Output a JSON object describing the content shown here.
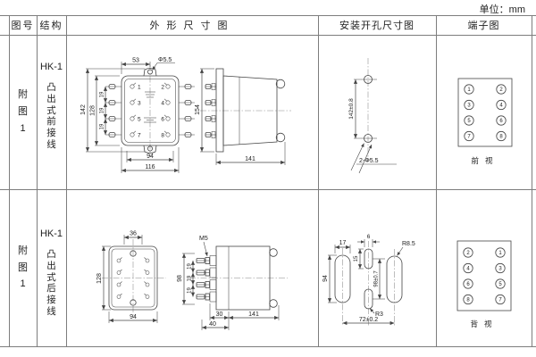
{
  "unit_label": "单位：mm",
  "table": {
    "headers": {
      "figure": "图号",
      "structure": "结构",
      "outline": "外形尺寸图",
      "mounting": "安装开孔尺寸图",
      "terminal": "端子图"
    }
  },
  "rows": [
    {
      "figure_no": "附图1",
      "model": "HK-1",
      "structure": "凸出式前接线",
      "outline": {
        "top_width": "53",
        "ear_hole_dia": "Φ5.5",
        "height_outer": "142",
        "height_body": "128",
        "pitch": "19",
        "bottom_inner": "94",
        "bottom_outer": "116",
        "side_height": "154",
        "side_depth": "141",
        "terminals": [
          "1",
          "2",
          "3",
          "4",
          "5",
          "6",
          "7",
          "8"
        ]
      },
      "mounting": {
        "hole_spacing": "142±0.8",
        "holes_label": "2-Φ5.5"
      },
      "terminal_view": {
        "left": [
          "1",
          "3",
          "5",
          "7"
        ],
        "right": [
          "2",
          "4",
          "6",
          "8"
        ],
        "caption": "前视"
      }
    },
    {
      "figure_no": "附图1",
      "model": "HK-1",
      "structure": "凸出式后接线",
      "outline": {
        "top_width": "36",
        "height_body": "128",
        "bottom_width": "94",
        "stud_thread": "M5",
        "stud_span": "98",
        "pitch": "19",
        "depth_30": "30",
        "depth_40": "40",
        "side_depth": "141"
      },
      "mounting": {
        "slot_width": "17",
        "slot_height": "94",
        "center_slot_width": "6",
        "center_slot_height": "15",
        "center_spacing": "98±0.7",
        "slot_radius": "R8.5",
        "center_radius": "R3",
        "slot_span": "72±0.2"
      },
      "terminal_view": {
        "left": [
          "2",
          "4",
          "6",
          "8"
        ],
        "right": [
          "1",
          "3",
          "5",
          "7"
        ],
        "caption": "背视"
      }
    }
  ]
}
